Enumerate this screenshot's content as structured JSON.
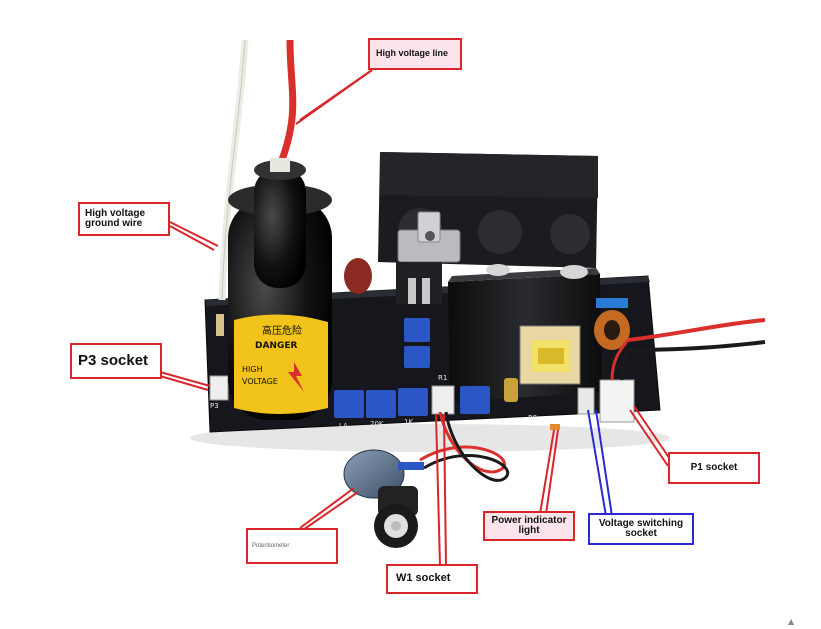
{
  "labels": {
    "high_voltage_line": "High voltage line",
    "high_voltage_ground_wire": "High voltage ground wire",
    "p3_socket": "P3 socket",
    "potentiometer": "Potentiometer",
    "w1_socket": "W1 socket",
    "power_indicator_light": "Power indicator light",
    "voltage_switching_socket": "Voltage switching socket",
    "p1_socket": "P1 socket"
  },
  "device_markings": {
    "warning_cn": "高压危险",
    "danger": "DANGER",
    "high": "HIGH",
    "voltage": "VOLTAGE",
    "silk_la": "LA",
    "silk_20k": "20K",
    "silk_1k": "1K",
    "silk_r1": "R1",
    "silk_p3": "P3",
    "silk_r5": "R5"
  },
  "colors": {
    "callout_border": "#d8262b",
    "callout_border_blue": "#2a2ad0",
    "callout_fill_pink": "#fde4ec",
    "pcb": "#15171c",
    "heatsink": "#111214",
    "wire_red": "#d9302c",
    "wire_white": "#ecece6",
    "trimpot_blue": "#2a56c6",
    "hv_label_yellow": "#f2c31a"
  }
}
